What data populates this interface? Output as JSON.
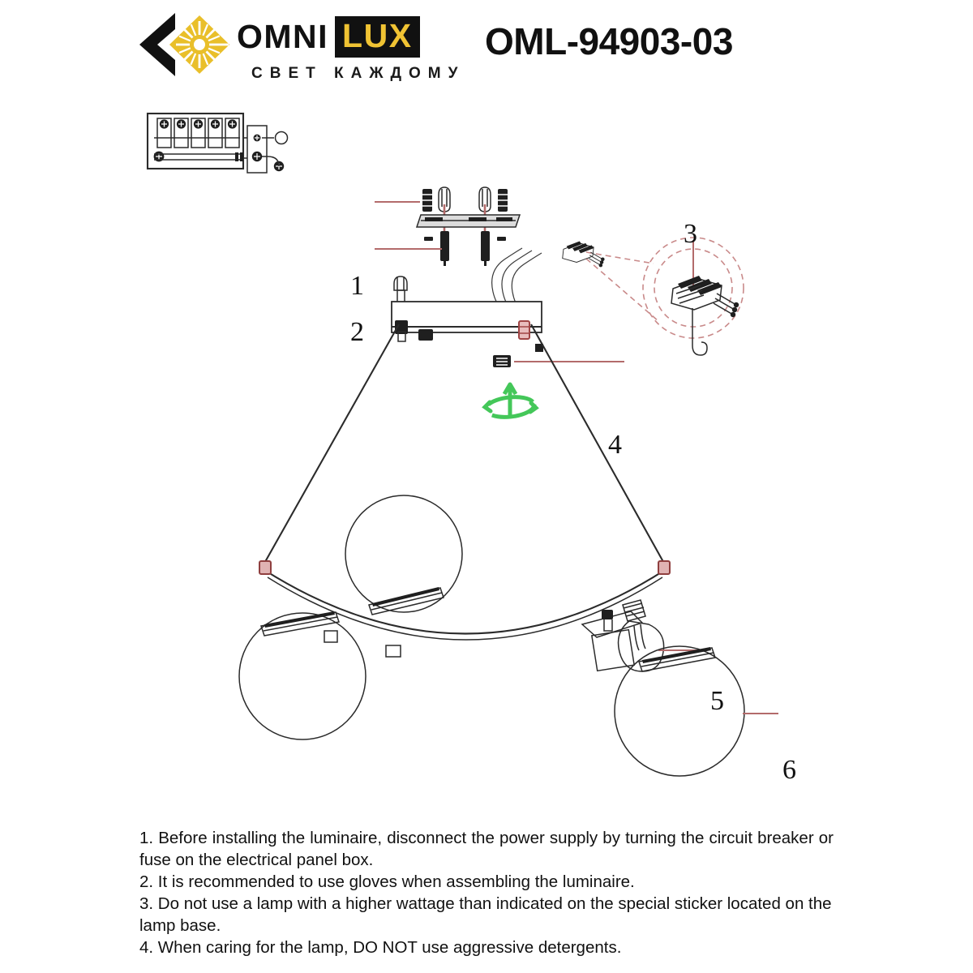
{
  "header": {
    "brand_omni": "OMNI",
    "brand_lux": "LUX",
    "tagline": "СВЕТ КАЖДОМУ",
    "product_code": "OML-94903-03",
    "logo_icon": "omnilux-sunburst-diamond-logo",
    "colors": {
      "gold": "#e9bf2a",
      "black": "#111111",
      "lux_text": "#f0c333"
    }
  },
  "diagram": {
    "title": "luminaire installation exploded diagram",
    "leader_color": "#b36b6b",
    "line_color": "#2b2b2b",
    "rotation_arrow_color": "#44c759",
    "joint_color": "#a04545",
    "parts": [
      {
        "number": "1",
        "name": "wall-anchor-dowel",
        "label": "1"
      },
      {
        "number": "2",
        "name": "mounting-screw",
        "label": "2"
      },
      {
        "number": "3",
        "name": "terminal-block-connector-detail",
        "label": "3"
      },
      {
        "number": "4",
        "name": "fixing-screw",
        "label": "4"
      },
      {
        "number": "5",
        "name": "light-bulb",
        "label": "5"
      },
      {
        "number": "6",
        "name": "glass-globe-shade",
        "label": "6"
      }
    ],
    "electrical_panel": {
      "name": "circuit-breaker-panel",
      "breaker_count": 5
    },
    "shade_count": 3
  },
  "instructions": {
    "line1": "1. Before installing the luminaire, disconnect the power supply by turning the circuit breaker or fuse on the electrical panel box.",
    "line2": "2. It is recommended to use gloves when assembling the luminaire.",
    "line3": "3. Do not use a lamp with a higher wattage than indicated on the special sticker located on the lamp base.",
    "line4": "4. When caring for the lamp, DO NOT use aggressive detergents."
  }
}
